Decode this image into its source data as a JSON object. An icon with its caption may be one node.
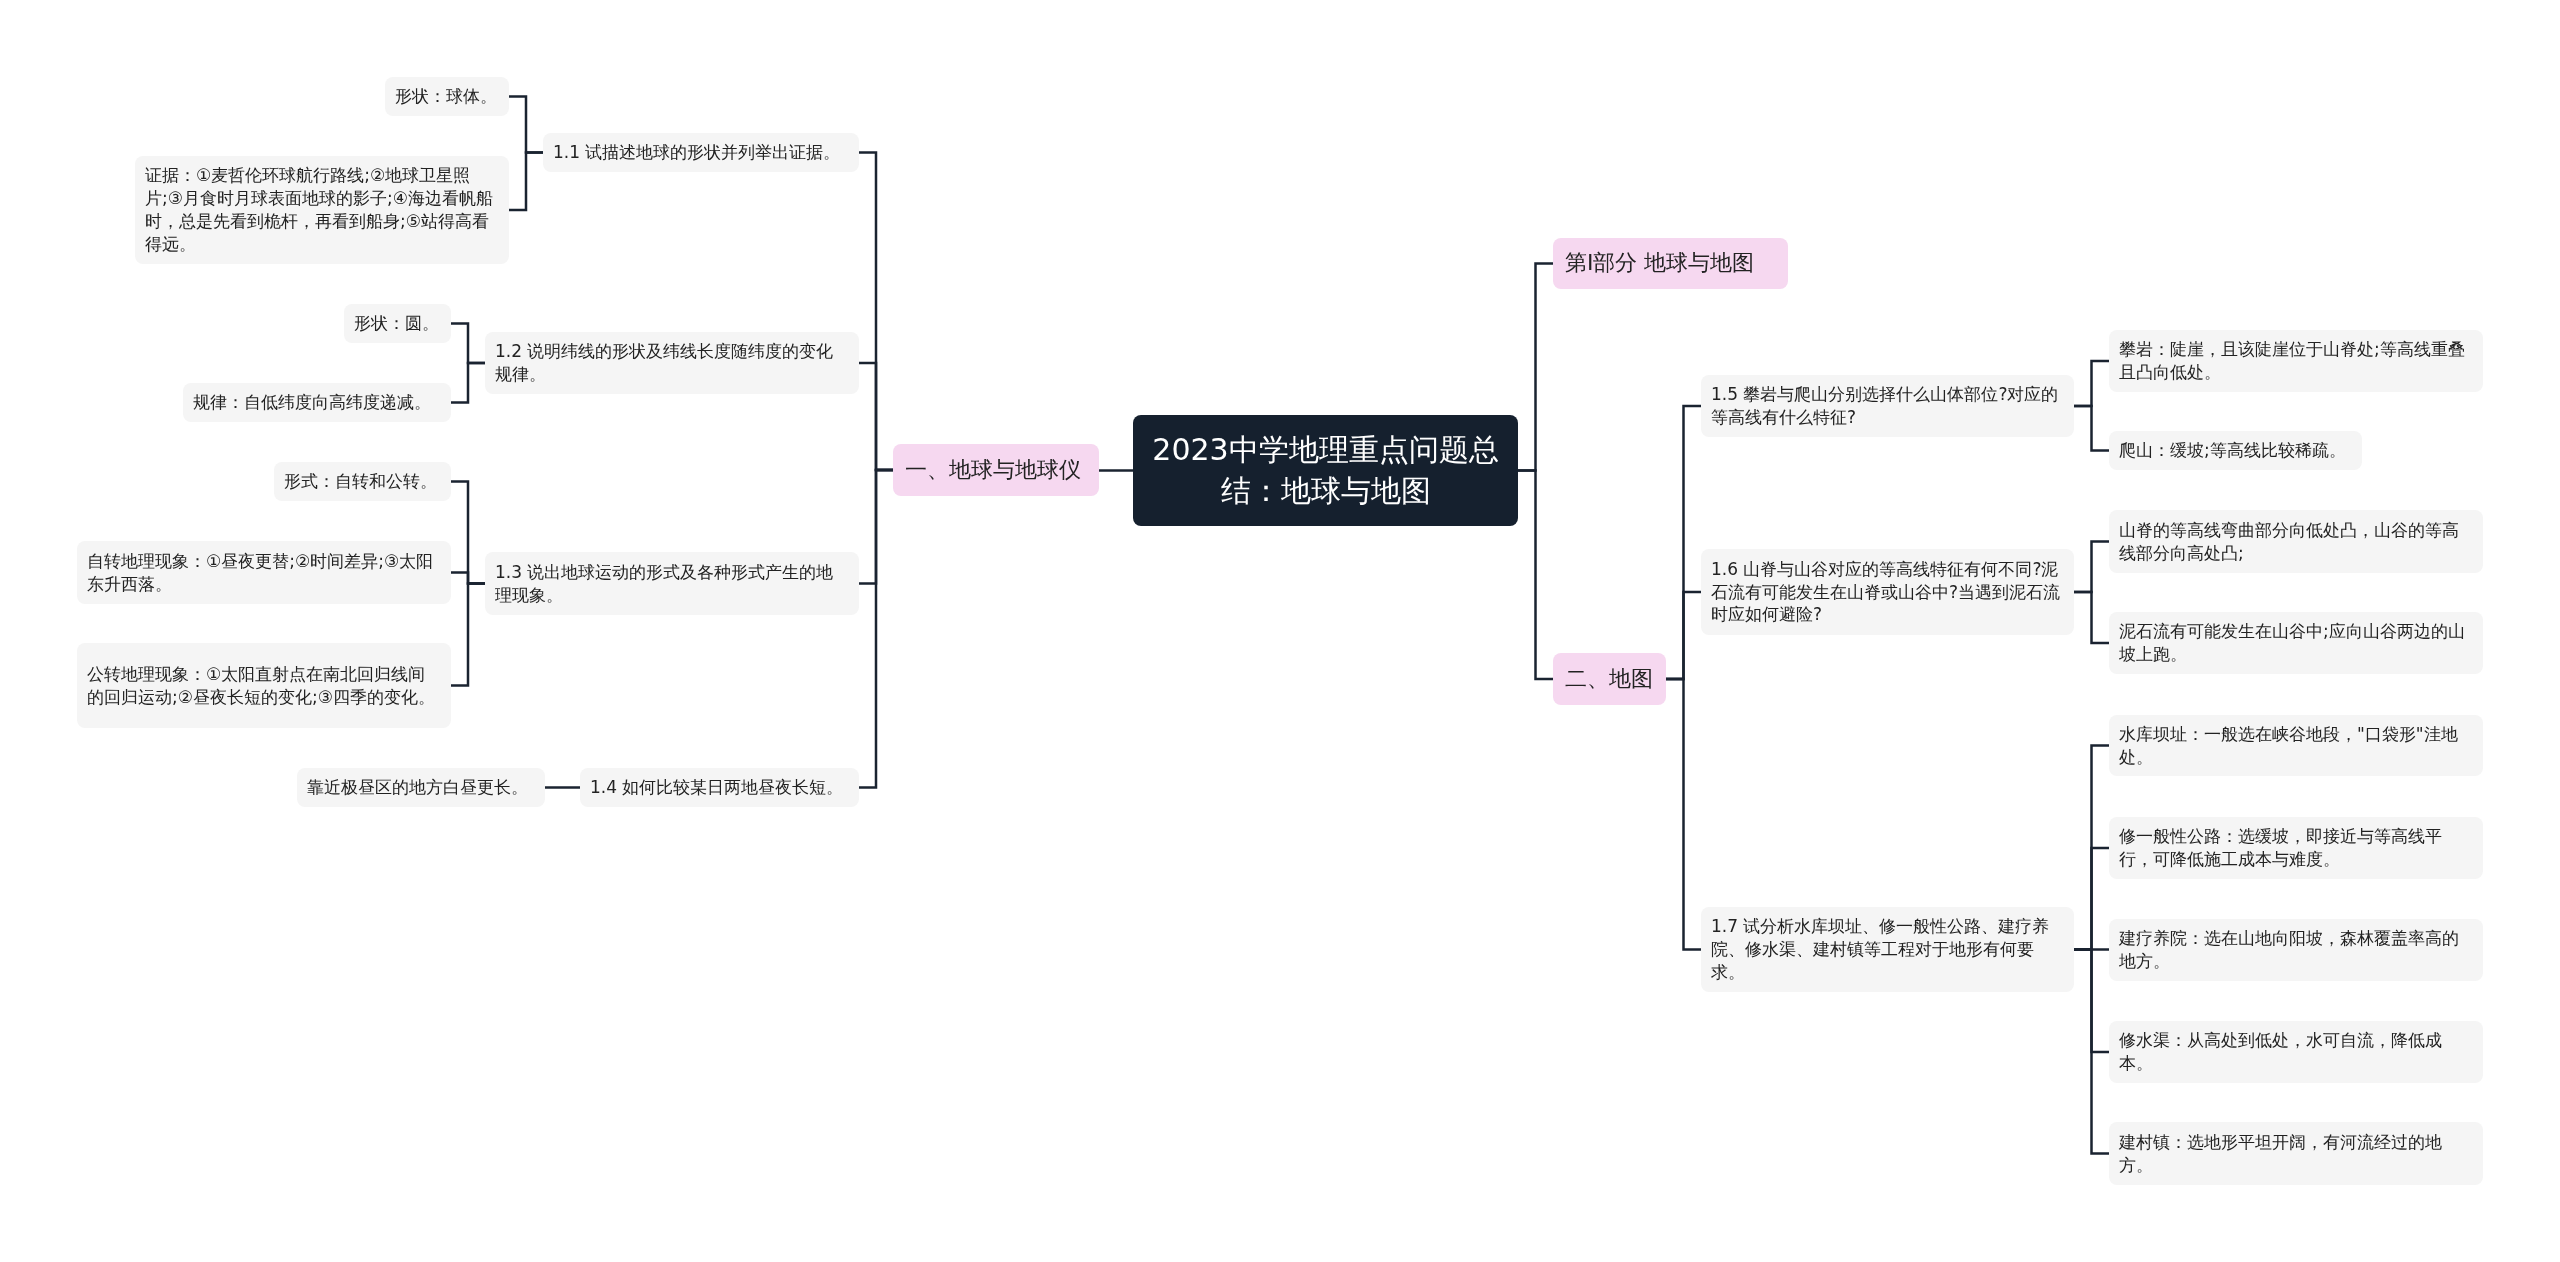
{
  "diagram": {
    "nodes": [
      {
        "text": [
          "2023中学地理重点问题总结：地球与地图"
        ]
      },
      {
        "text": [
          "一、地球与地球仪"
        ]
      },
      {
        "text": [
          "1.1 试描述地球的形状并列举出证据。"
        ]
      },
      {
        "text": [
          "形状：球体。"
        ]
      },
      {
        "text": [
          "证据：①麦哲伦环球航行路线;②地球卫星照片;③月食时月球表面地球的影子;④海边看帆船时，总是先看到桅杆，再看到船身;⑤站得高看得远。"
        ]
      },
      {
        "text": [
          "1.2 说明纬线的形状及纬线长度随纬度的变化规律。"
        ]
      },
      {
        "text": [
          "形状：圆。"
        ]
      },
      {
        "text": [
          "规律：自低纬度向高纬度递减。"
        ]
      },
      {
        "text": [
          "1.3 说出地球运动的形式及各种形式产生的地理现象。"
        ]
      },
      {
        "text": [
          "形式：自转和公转。"
        ]
      },
      {
        "text": [
          "自转地理现象：①昼夜更替;②时间差异;③太阳东升西落。"
        ]
      },
      {
        "text": [
          "公转地理现象：①太阳直射点在南北回归线间的回归运动;②昼夜长短的变化;③四季的变化。"
        ]
      },
      {
        "text": [
          "1.4 如何比较某日两地昼夜长短。"
        ]
      },
      {
        "text": [
          "靠近极昼区的地方白昼更长。"
        ]
      },
      {
        "text": [
          "第Ⅰ部分 地球与地图"
        ]
      },
      {
        "text": [
          "二、地图"
        ]
      },
      {
        "text": [
          "1.5 攀岩与爬山分别选择什么山体部位?对应的等高线有什么特征?"
        ]
      },
      {
        "text": [
          "攀岩：陡崖，且该陡崖位于山脊处;等高线重叠且凸向低处。"
        ]
      },
      {
        "text": [
          "爬山：缓坡;等高线比较稀疏。"
        ]
      },
      {
        "text": [
          "1.6 山脊与山谷对应的等高线特征有何不同?泥石流有可能发生在山脊或山谷中?当遇到泥石流时应如何避险?"
        ]
      },
      {
        "text": [
          "山脊的等高线弯曲部分向低处凸，山谷的等高线部分向高处凸;"
        ]
      },
      {
        "text": [
          "泥石流有可能发生在山谷中;应向山谷两边的山坡上跑。"
        ]
      },
      {
        "text": [
          "1.7 试分析水库坝址、修一般性公路、建疗养院、修水渠、建村镇等工程对于地形有何要求。"
        ]
      },
      {
        "text": [
          "水库坝址：一般选在峡谷地段，\"口袋形\"洼地处。"
        ]
      },
      {
        "text": [
          "修一般性公路：选缓坡，即接近与等高线平行，可降低施工成本与难度。"
        ]
      },
      {
        "text": [
          "建疗养院：选在山地向阳坡，森林覆盖率高的地方。"
        ]
      },
      {
        "text": [
          "修水渠：从高处到低处，水可自流，降低成本。"
        ]
      },
      {
        "text": [
          "建村镇：选地形平坦开阔，有河流经过的地方。"
        ]
      }
    ],
    "edges": [
      {
        "from": 0,
        "to": 1,
        "arrow": "none"
      },
      {
        "from": 1,
        "to": 2,
        "arrow": "none"
      },
      {
        "from": 2,
        "to": 3,
        "arrow": "none"
      },
      {
        "from": 2,
        "to": 4,
        "arrow": "none"
      },
      {
        "from": 1,
        "to": 5,
        "arrow": "none"
      },
      {
        "from": 5,
        "to": 6,
        "arrow": "none"
      },
      {
        "from": 5,
        "to": 7,
        "arrow": "none"
      },
      {
        "from": 1,
        "to": 8,
        "arrow": "none"
      },
      {
        "from": 8,
        "to": 9,
        "arrow": "none"
      },
      {
        "from": 8,
        "to": 10,
        "arrow": "none"
      },
      {
        "from": 8,
        "to": 11,
        "arrow": "none"
      },
      {
        "from": 1,
        "to": 12,
        "arrow": "none"
      },
      {
        "from": 12,
        "to": 13,
        "arrow": "none"
      },
      {
        "from": 0,
        "to": 14,
        "arrow": "none"
      },
      {
        "from": 0,
        "to": 15,
        "arrow": "none"
      },
      {
        "from": 15,
        "to": 16,
        "arrow": "none"
      },
      {
        "from": 16,
        "to": 17,
        "arrow": "none"
      },
      {
        "from": 16,
        "to": 18,
        "arrow": "none"
      },
      {
        "from": 15,
        "to": 19,
        "arrow": "none"
      },
      {
        "from": 19,
        "to": 20,
        "arrow": "none"
      },
      {
        "from": 19,
        "to": 21,
        "arrow": "none"
      },
      {
        "from": 15,
        "to": 22,
        "arrow": "none"
      },
      {
        "from": 22,
        "to": 23,
        "arrow": "none"
      },
      {
        "from": 22,
        "to": 24,
        "arrow": "none"
      },
      {
        "from": 22,
        "to": 25,
        "arrow": "none"
      },
      {
        "from": 22,
        "to": 26,
        "arrow": "none"
      },
      {
        "from": 22,
        "to": 27,
        "arrow": "none"
      }
    ]
  }
}
